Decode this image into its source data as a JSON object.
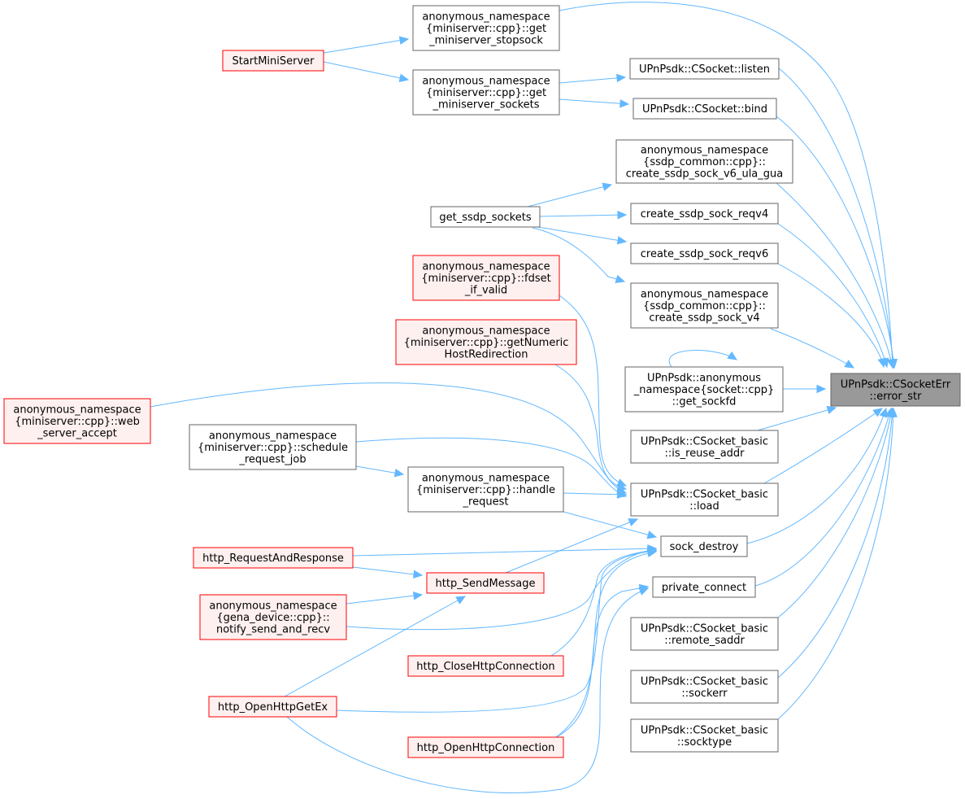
{
  "colors": {
    "edge": "#63b8ff",
    "node_border": "#666666",
    "node_fill": "#ffffff",
    "red_border": "#ff0000",
    "red_fill": "#fff0f0",
    "target_fill": "#999999"
  },
  "nodes": [
    {
      "id": "error_str",
      "style": "target",
      "lines": [
        "UPnPsdk::CSocketErr",
        "::error_str"
      ]
    },
    {
      "id": "get_stopsock",
      "style": "normal",
      "lines": [
        "anonymous_namespace",
        "{miniserver::cpp}::get",
        "_miniserver_stopsock"
      ]
    },
    {
      "id": "startminiserver",
      "style": "red",
      "lines": [
        "StartMiniServer"
      ]
    },
    {
      "id": "get_sockets",
      "style": "normal",
      "lines": [
        "anonymous_namespace",
        "{miniserver::cpp}::get",
        "_miniserver_sockets"
      ]
    },
    {
      "id": "listen",
      "style": "normal",
      "lines": [
        "UPnPsdk::CSocket::listen"
      ]
    },
    {
      "id": "bind",
      "style": "normal",
      "lines": [
        "UPnPsdk::CSocket::bind"
      ]
    },
    {
      "id": "ula_gua",
      "style": "normal",
      "lines": [
        "anonymous_namespace",
        "{ssdp_common::cpp}::",
        "create_ssdp_sock_v6_ula_gua"
      ]
    },
    {
      "id": "get_ssdp",
      "style": "normal",
      "lines": [
        "get_ssdp_sockets"
      ]
    },
    {
      "id": "reqv4",
      "style": "normal",
      "lines": [
        "create_ssdp_sock_reqv4"
      ]
    },
    {
      "id": "reqv6",
      "style": "normal",
      "lines": [
        "create_ssdp_sock_reqv6"
      ]
    },
    {
      "id": "fdset",
      "style": "red",
      "lines": [
        "anonymous_namespace",
        "{miniserver::cpp}::fdset",
        "_if_valid"
      ]
    },
    {
      "id": "sock_v4",
      "style": "normal",
      "lines": [
        "anonymous_namespace",
        "{ssdp_common::cpp}::",
        "create_ssdp_sock_v4"
      ]
    },
    {
      "id": "numeric",
      "style": "red",
      "lines": [
        "anonymous_namespace",
        "{miniserver::cpp}::getNumeric",
        "HostRedirection"
      ]
    },
    {
      "id": "get_sockfd",
      "style": "normal",
      "lines": [
        "UPnPsdk::anonymous",
        "_namespace{socket::cpp}",
        "::get_sockfd"
      ]
    },
    {
      "id": "web_accept",
      "style": "red",
      "lines": [
        "anonymous_namespace",
        "{miniserver::cpp}::web",
        "_server_accept"
      ]
    },
    {
      "id": "schedule",
      "style": "normal",
      "lines": [
        "anonymous_namespace",
        "{miniserver::cpp}::schedule",
        "_request_job"
      ]
    },
    {
      "id": "reuse",
      "style": "normal",
      "lines": [
        "UPnPsdk::CSocket_basic",
        "::is_reuse_addr"
      ]
    },
    {
      "id": "handle",
      "style": "normal",
      "lines": [
        "anonymous_namespace",
        "{miniserver::cpp}::handle",
        "_request"
      ]
    },
    {
      "id": "load",
      "style": "normal",
      "lines": [
        "UPnPsdk::CSocket_basic",
        "::load"
      ]
    },
    {
      "id": "sock_destroy",
      "style": "normal",
      "lines": [
        "sock_destroy"
      ]
    },
    {
      "id": "reqresp",
      "style": "red",
      "lines": [
        "http_RequestAndResponse"
      ]
    },
    {
      "id": "sendmsg",
      "style": "red",
      "lines": [
        "http_SendMessage"
      ]
    },
    {
      "id": "private_connect",
      "style": "normal",
      "lines": [
        "private_connect"
      ]
    },
    {
      "id": "notify",
      "style": "red",
      "lines": [
        "anonymous_namespace",
        "{gena_device::cpp}::",
        "notify_send_and_recv"
      ]
    },
    {
      "id": "remote_saddr",
      "style": "normal",
      "lines": [
        "UPnPsdk::CSocket_basic",
        "::remote_saddr"
      ]
    },
    {
      "id": "close_conn",
      "style": "red",
      "lines": [
        "http_CloseHttpConnection"
      ]
    },
    {
      "id": "sockerr",
      "style": "normal",
      "lines": [
        "UPnPsdk::CSocket_basic",
        "::sockerr"
      ]
    },
    {
      "id": "openget",
      "style": "red",
      "lines": [
        "http_OpenHttpGetEx"
      ]
    },
    {
      "id": "open_conn",
      "style": "red",
      "lines": [
        "http_OpenHttpConnection"
      ]
    },
    {
      "id": "socktype",
      "style": "normal",
      "lines": [
        "UPnPsdk::CSocket_basic",
        "::socktype"
      ]
    }
  ],
  "edges": [
    {
      "from": "get_stopsock",
      "to": "error_str"
    },
    {
      "from": "startminiserver",
      "to": "get_stopsock"
    },
    {
      "from": "startminiserver",
      "to": "get_sockets"
    },
    {
      "from": "get_sockets",
      "to": "listen"
    },
    {
      "from": "get_sockets",
      "to": "bind"
    },
    {
      "from": "listen",
      "to": "error_str"
    },
    {
      "from": "bind",
      "to": "error_str"
    },
    {
      "from": "ula_gua",
      "to": "error_str"
    },
    {
      "from": "get_ssdp",
      "to": "ula_gua"
    },
    {
      "from": "get_ssdp",
      "to": "reqv4"
    },
    {
      "from": "get_ssdp",
      "to": "reqv6"
    },
    {
      "from": "get_ssdp",
      "to": "sock_v4"
    },
    {
      "from": "reqv4",
      "to": "error_str"
    },
    {
      "from": "reqv6",
      "to": "error_str"
    },
    {
      "from": "sock_v4",
      "to": "error_str"
    },
    {
      "from": "get_sockfd",
      "to": "get_sockfd"
    },
    {
      "from": "get_sockfd",
      "to": "error_str"
    },
    {
      "from": "reuse",
      "to": "error_str"
    },
    {
      "from": "load",
      "to": "error_str"
    },
    {
      "from": "fdset",
      "to": "load"
    },
    {
      "from": "numeric",
      "to": "load"
    },
    {
      "from": "web_accept",
      "to": "load"
    },
    {
      "from": "web_accept",
      "to": "schedule"
    },
    {
      "from": "schedule",
      "to": "load"
    },
    {
      "from": "schedule",
      "to": "handle"
    },
    {
      "from": "handle",
      "to": "load"
    },
    {
      "from": "handle",
      "to": "sock_destroy"
    },
    {
      "from": "sendmsg",
      "to": "load"
    },
    {
      "from": "sock_destroy",
      "to": "error_str"
    },
    {
      "from": "reqresp",
      "to": "sock_destroy"
    },
    {
      "from": "reqresp",
      "to": "sendmsg"
    },
    {
      "from": "notify",
      "to": "sendmsg"
    },
    {
      "from": "notify",
      "to": "sock_destroy"
    },
    {
      "from": "close_conn",
      "to": "sock_destroy"
    },
    {
      "from": "openget",
      "to": "sendmsg"
    },
    {
      "from": "openget",
      "to": "sock_destroy"
    },
    {
      "from": "openget",
      "to": "private_connect"
    },
    {
      "from": "open_conn",
      "to": "sock_destroy"
    },
    {
      "from": "open_conn",
      "to": "private_connect"
    },
    {
      "from": "private_connect",
      "to": "error_str"
    },
    {
      "from": "remote_saddr",
      "to": "error_str"
    },
    {
      "from": "sockerr",
      "to": "error_str"
    },
    {
      "from": "socktype",
      "to": "error_str"
    }
  ]
}
